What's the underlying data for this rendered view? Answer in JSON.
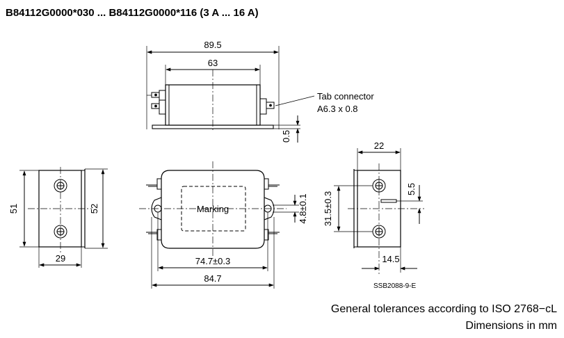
{
  "title": "B84112G0000*030 ... B84112G0000*116 (3 A ... 16 A)",
  "top_view": {
    "dim_overall": "89.5",
    "dim_body": "63",
    "dim_base": "0.5",
    "tab_label_line1": "Tab connector",
    "tab_label_line2": "A6.3 x 0.8"
  },
  "left_view": {
    "dim_height": "51",
    "dim_height_outer": "52",
    "dim_width": "29"
  },
  "front_view": {
    "marking": "Marking",
    "dim_hole_offset": "4.8±0.1",
    "dim_hole_spacing": "74.7±0.3",
    "dim_overall": "84.7"
  },
  "right_view": {
    "dim_width": "22",
    "dim_height": "31.5±0.3",
    "dim_tab": "5.5",
    "dim_offset": "14.5"
  },
  "drawing_code": "SSB2088-9-E",
  "footer": {
    "tolerances": "General tolerances according to ISO 2768−cL",
    "units": "Dimensions in mm"
  }
}
